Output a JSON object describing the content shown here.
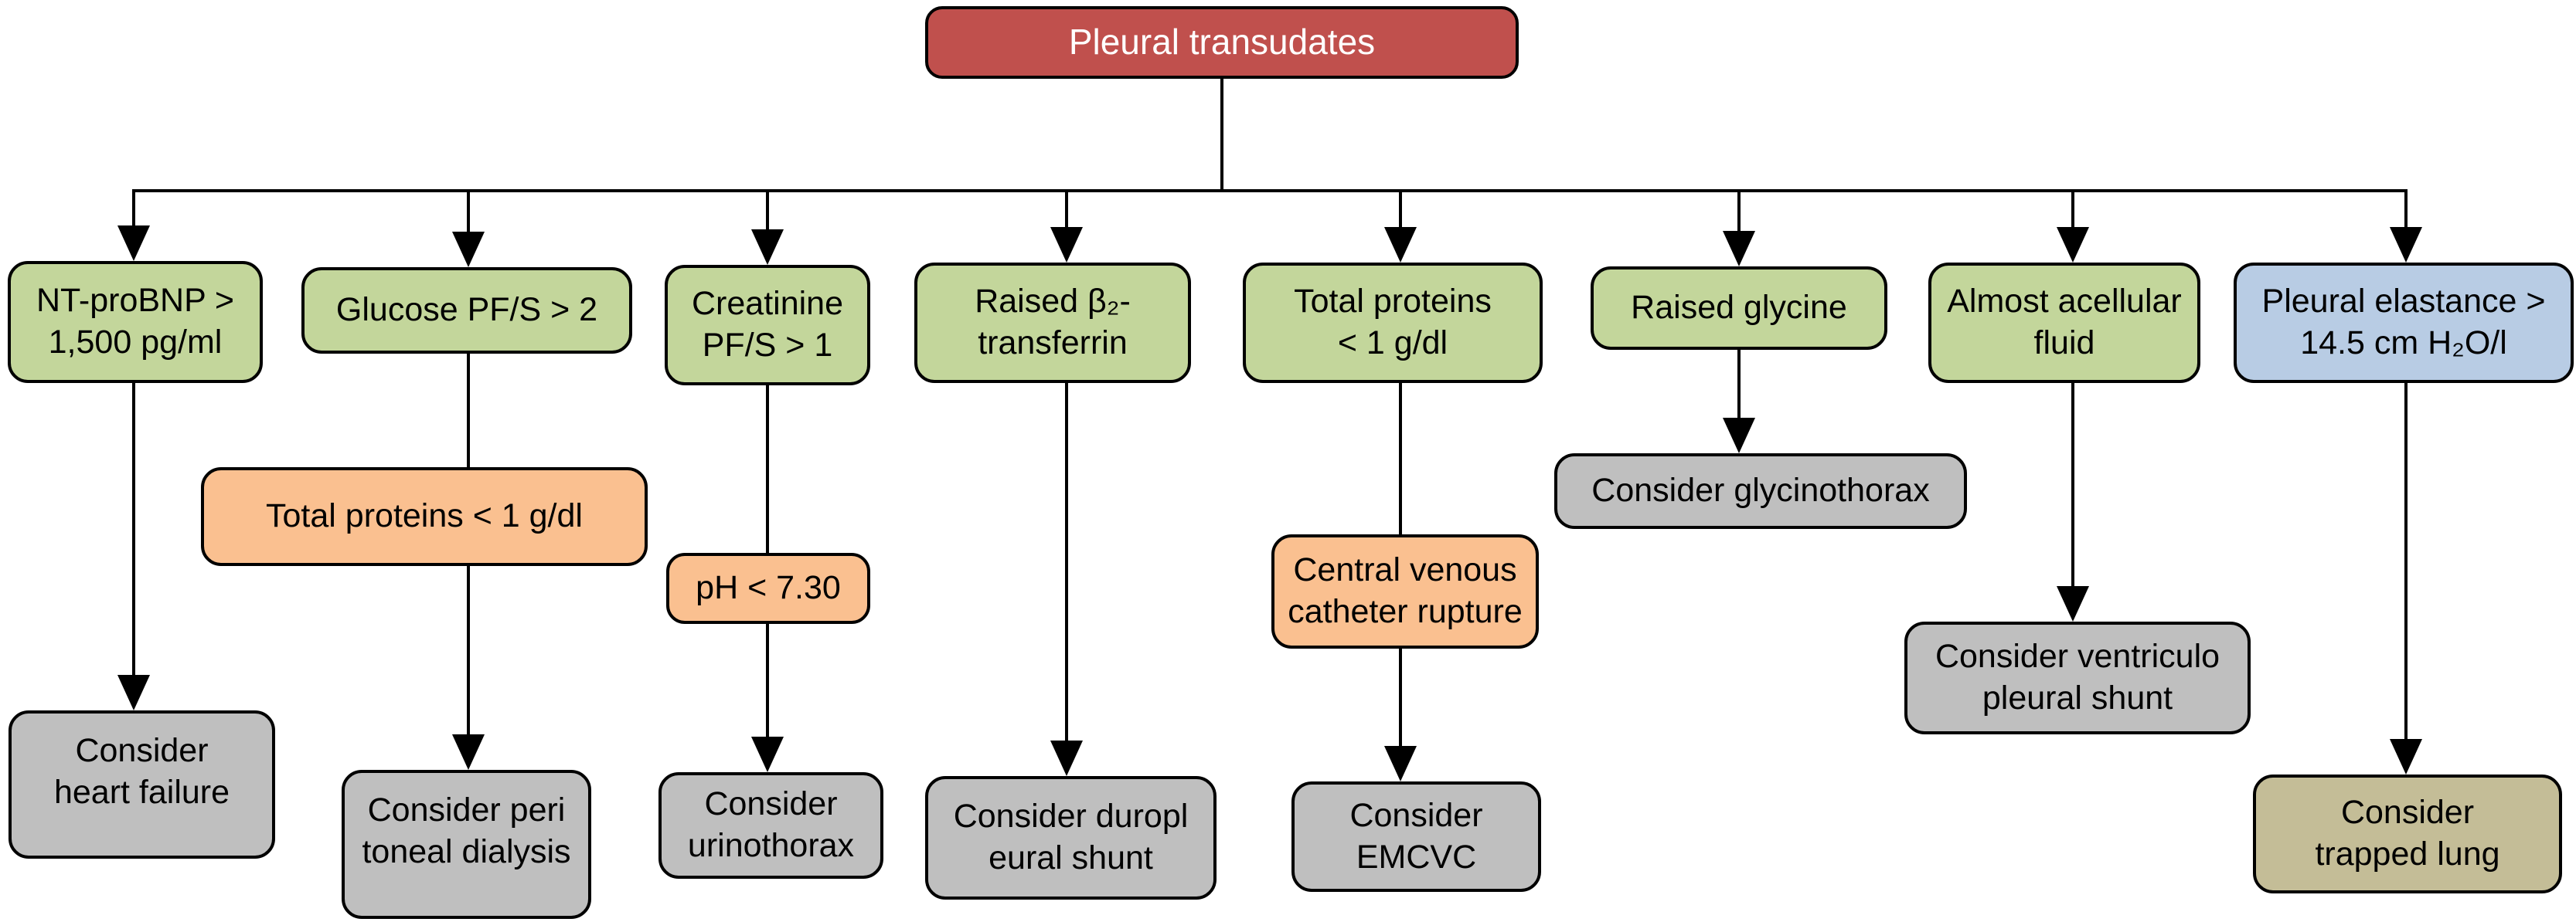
{
  "diagram": {
    "type": "flowchart",
    "title": "Pleural transudates",
    "palette": {
      "root": "#C0504D",
      "rootText": "#FFFFFF",
      "criterion": "#C3D69B",
      "criterionBlue": "#B8CCE4",
      "secondary": "#FAC090",
      "outcome": "#BFBFBF",
      "outcomeTan": "#C4BD97",
      "line": "#000000",
      "text": "#000000"
    },
    "nodes": {
      "root": {
        "label": "Pleural transudates"
      },
      "nt_probnp": {
        "label": "NT-proBNP >\n1,500 pg/ml"
      },
      "glucose": {
        "label": "Glucose PF/S > 2"
      },
      "creatinine": {
        "label": "Creatinine\nPF/S > 1"
      },
      "beta2_transferrin": {
        "label": "Raised β₂-\ntransferrin"
      },
      "total_proteins_main": {
        "label": "Total proteins\n< 1 g/dl"
      },
      "raised_glycine": {
        "label": "Raised glycine"
      },
      "acellular_fluid": {
        "label": "Almost acellular\nfluid"
      },
      "pleural_elastance": {
        "label": "Pleural elastance >\n14.5 cm H₂O/l"
      },
      "total_proteins_sub": {
        "label": "Total proteins < 1 g/dl"
      },
      "ph": {
        "label": "pH < 7.30"
      },
      "cvc_rupture": {
        "label": "Central venous\ncatheter rupture"
      },
      "glycinothorax": {
        "label": "Consider glycinothorax"
      },
      "ventriculo_shunt": {
        "label": "Consider ventriculo\npleural shunt"
      },
      "heart_failure": {
        "label": "Consider\nheart failure"
      },
      "peritoneal_dialysis": {
        "label": "Consider peri\ntoneal dialysis"
      },
      "urinothorax": {
        "label": "Consider\nurinothorax"
      },
      "duropleural_shunt": {
        "label": "Consider duropl\neural shunt"
      },
      "emcvc": {
        "label": "Consider\nEMCVC"
      },
      "trapped_lung": {
        "label": "Consider\ntrapped lung"
      }
    },
    "edges": [
      {
        "from": "root",
        "to": "nt_probnp"
      },
      {
        "from": "root",
        "to": "glucose"
      },
      {
        "from": "root",
        "to": "creatinine"
      },
      {
        "from": "root",
        "to": "beta2_transferrin"
      },
      {
        "from": "root",
        "to": "total_proteins_main"
      },
      {
        "from": "root",
        "to": "raised_glycine"
      },
      {
        "from": "root",
        "to": "acellular_fluid"
      },
      {
        "from": "root",
        "to": "pleural_elastance"
      },
      {
        "from": "nt_probnp",
        "to": "heart_failure"
      },
      {
        "from": "glucose",
        "via": "total_proteins_sub",
        "to": "peritoneal_dialysis"
      },
      {
        "from": "creatinine",
        "via": "ph",
        "to": "urinothorax"
      },
      {
        "from": "beta2_transferrin",
        "to": "duropleural_shunt"
      },
      {
        "from": "total_proteins_main",
        "via": "cvc_rupture",
        "to": "emcvc"
      },
      {
        "from": "raised_glycine",
        "to": "glycinothorax"
      },
      {
        "from": "acellular_fluid",
        "to": "ventriculo_shunt"
      },
      {
        "from": "pleural_elastance",
        "to": "trapped_lung"
      }
    ]
  }
}
